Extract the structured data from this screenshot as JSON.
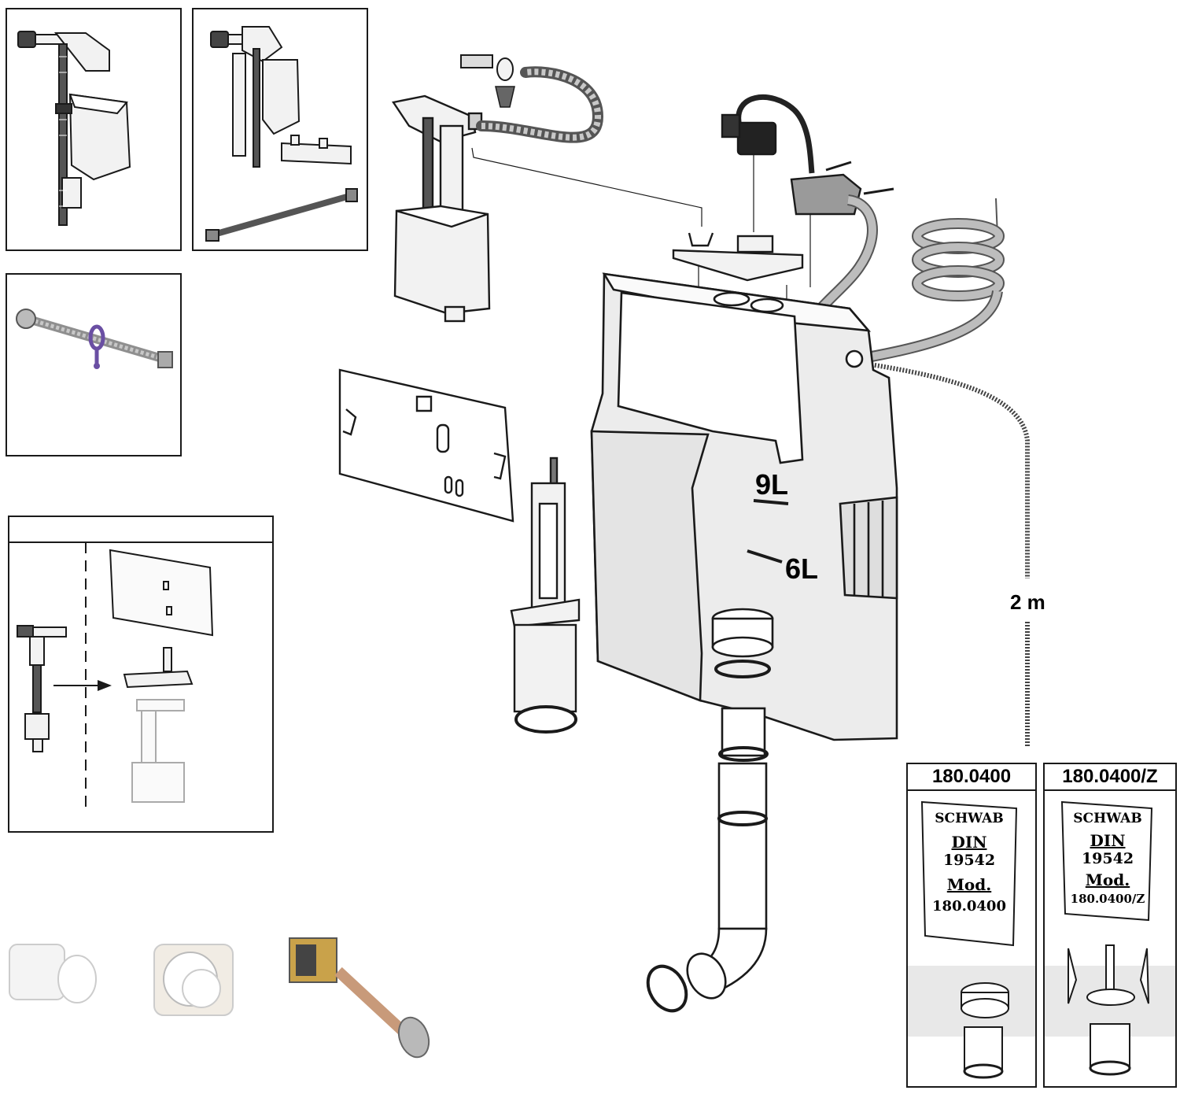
{
  "volume_labels": {
    "full": "9L",
    "partial": "6L"
  },
  "cable_length": "2 m",
  "variants": [
    {
      "header": "180.0400",
      "tag": {
        "brand": "SCHWAB",
        "standard": "DIN",
        "number": "19542",
        "model_label": "Mod.",
        "model": "180.0400"
      }
    },
    {
      "header": "180.0400/Z",
      "tag": {
        "brand": "SCHWAB",
        "standard": "DIN",
        "number": "19542",
        "model_label": "Mod.",
        "model": "180.0400/Z"
      }
    }
  ],
  "colors": {
    "line": "#1a1a1a",
    "part_fill": "#f2f2f2",
    "tank_fill": "#ececec",
    "hose_braid": "#c8c8c8",
    "cable_grey": "#bdbdbd",
    "bracket_purple": "#6a4fa3",
    "chrome": "#b9b9b9",
    "brass": "#c9a24a"
  }
}
